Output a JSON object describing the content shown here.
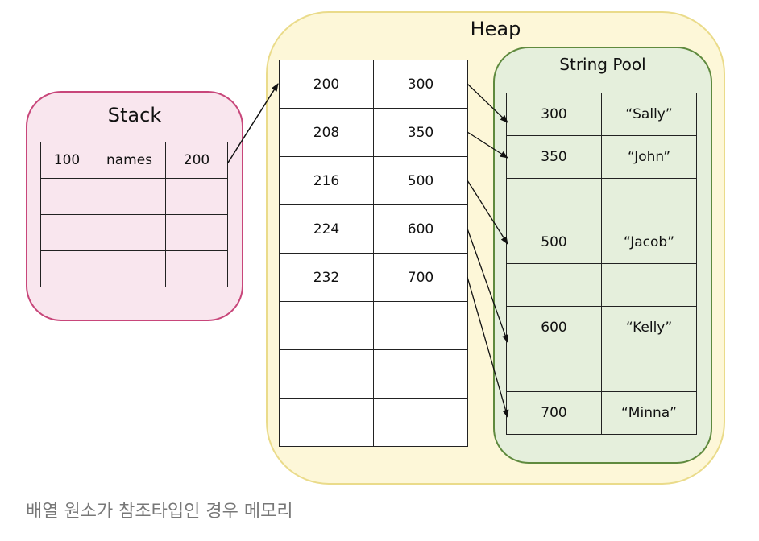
{
  "stack": {
    "title": "Stack",
    "rows": [
      [
        "100",
        "names",
        "200"
      ],
      [
        "",
        "",
        ""
      ],
      [
        "",
        "",
        ""
      ],
      [
        "",
        "",
        ""
      ]
    ]
  },
  "heap": {
    "title": "Heap",
    "rows": [
      [
        "200",
        "300"
      ],
      [
        "208",
        "350"
      ],
      [
        "216",
        "500"
      ],
      [
        "224",
        "600"
      ],
      [
        "232",
        "700"
      ],
      [
        "",
        ""
      ],
      [
        "",
        ""
      ],
      [
        "",
        ""
      ]
    ]
  },
  "string_pool": {
    "title": "String Pool",
    "rows": [
      [
        "300",
        "“Sally”"
      ],
      [
        "350",
        "“John”"
      ],
      [
        "",
        ""
      ],
      [
        "500",
        "“Jacob”"
      ],
      [
        "",
        ""
      ],
      [
        "600",
        "“Kelly”"
      ],
      [
        "",
        ""
      ],
      [
        "700",
        "“Minna”"
      ]
    ]
  },
  "caption": "배열 원소가 참조타입인 경우 메모리",
  "colors": {
    "stack_fill": "#f9e6ee",
    "stack_border": "#c8467a",
    "heap_fill": "#fdf7d8",
    "heap_border": "#eadb8a",
    "pool_fill": "#e5efdc",
    "pool_border": "#5f8a3e"
  }
}
